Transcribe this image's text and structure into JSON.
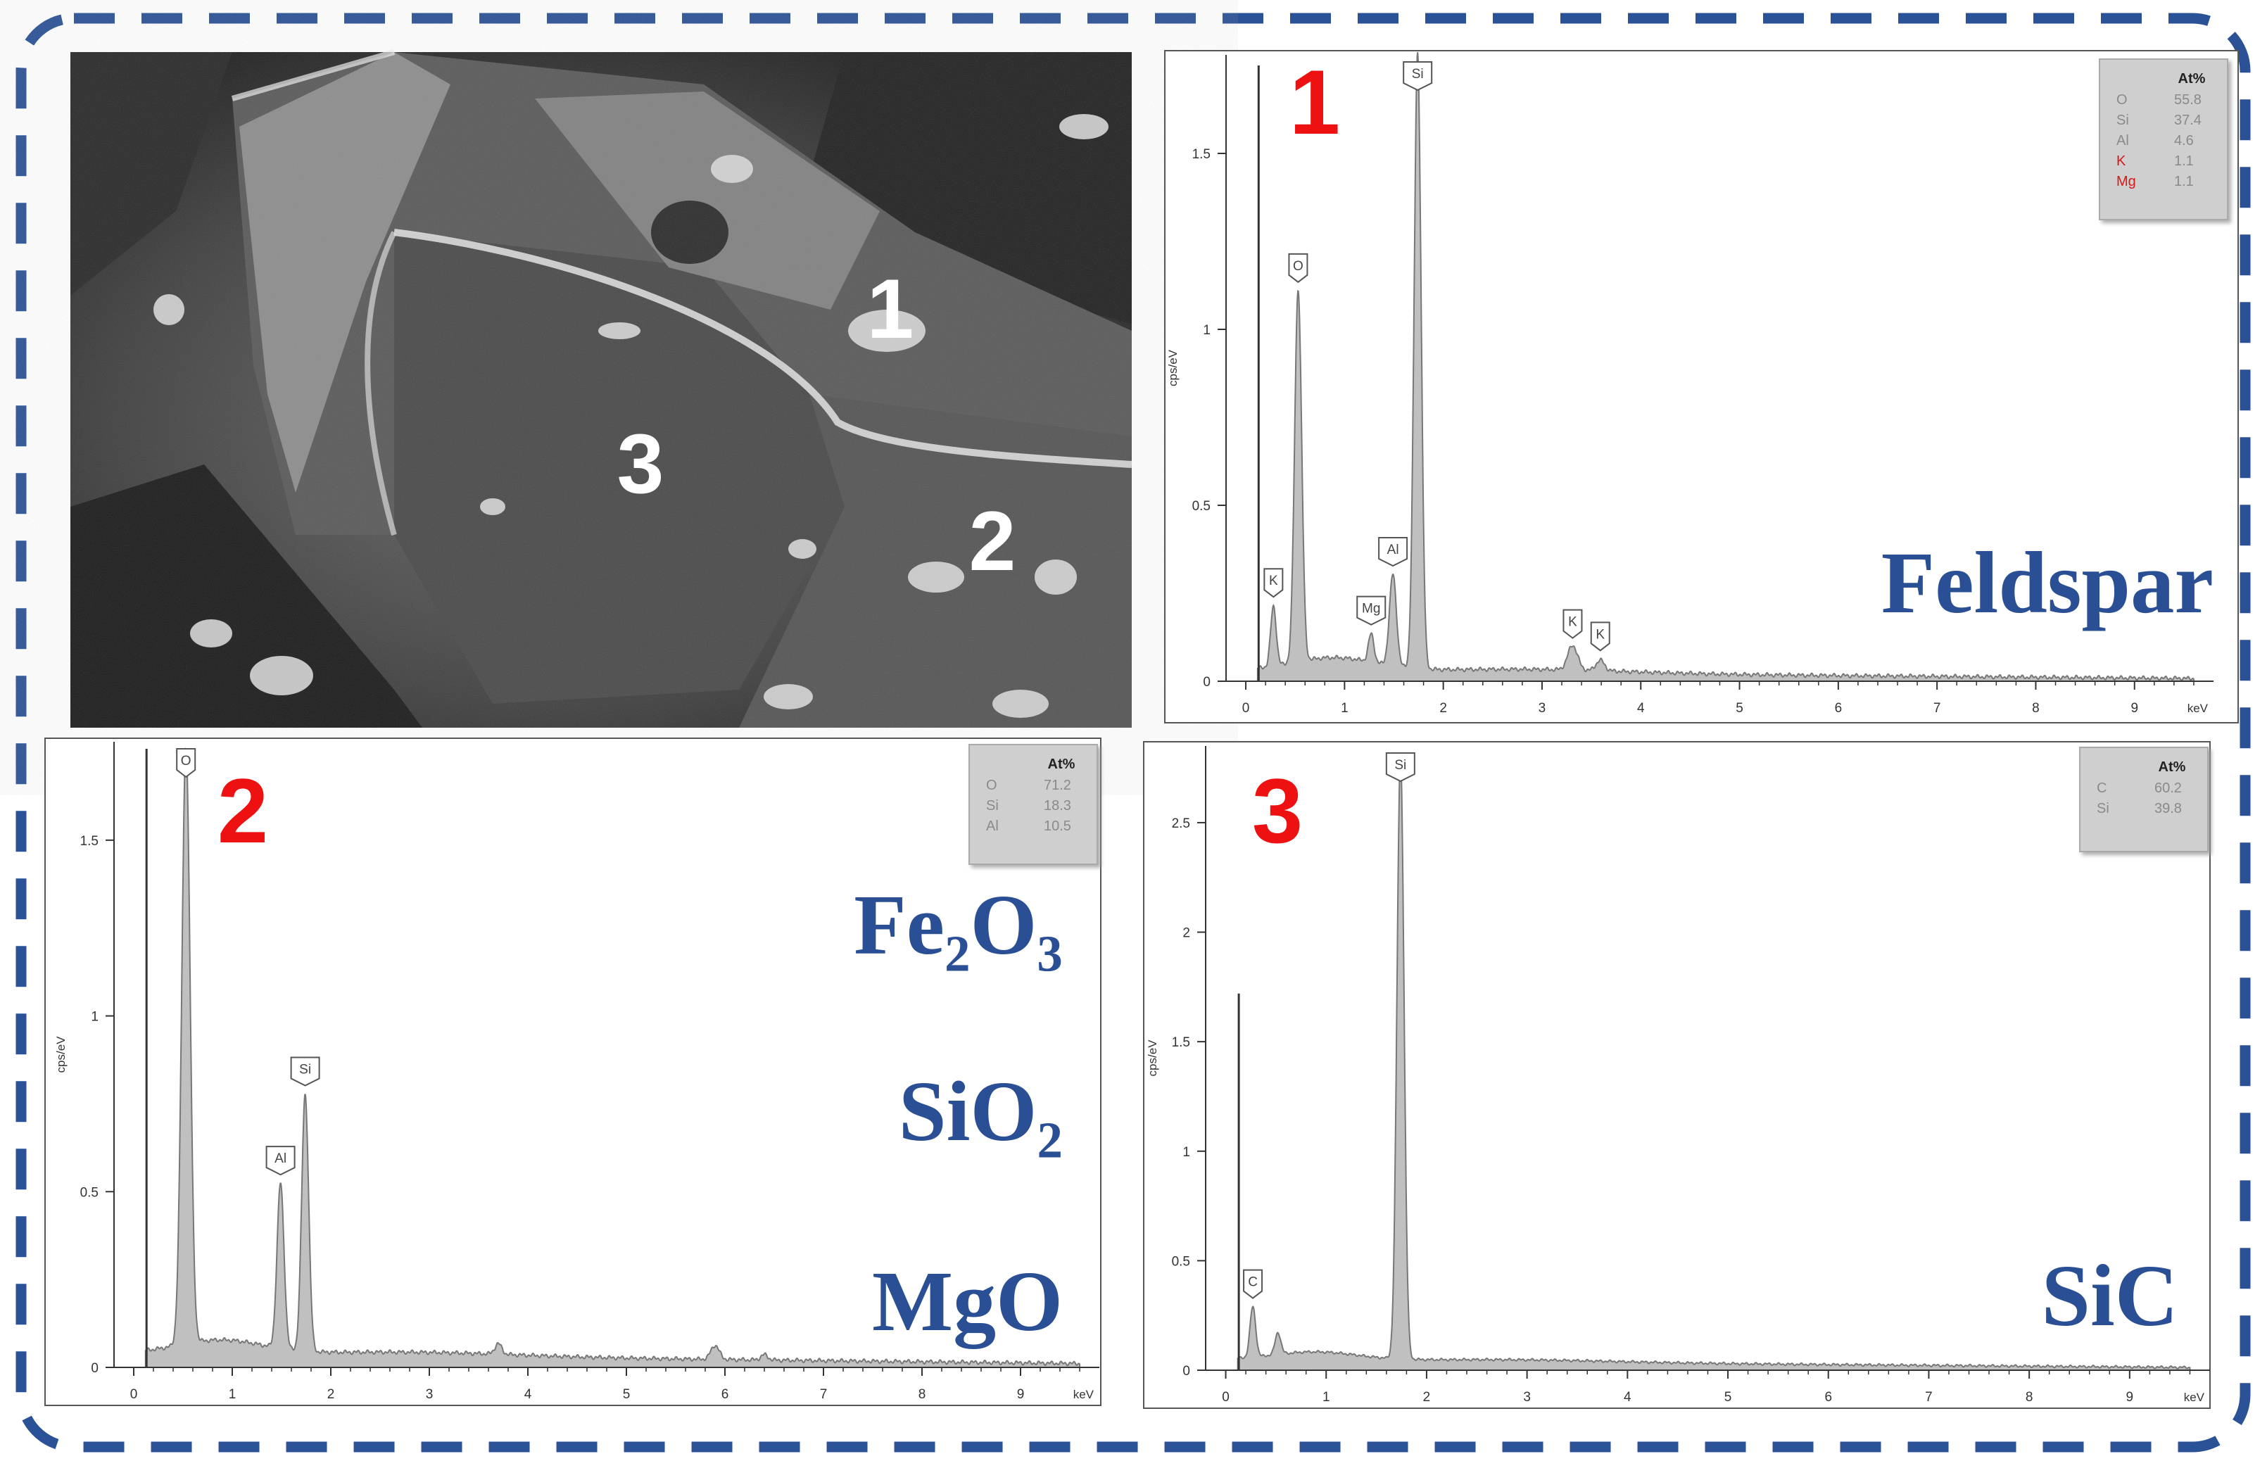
{
  "colors": {
    "frame": "#2b5296",
    "spectrum_fill": "#c0c0c0",
    "spectrum_line": "#777777",
    "panel_number": "#ee1111",
    "label_blue": "#2b4f94",
    "axis": "#333333",
    "legend_bg": "#cfcfcf",
    "legend_text": "#8a8a8a"
  },
  "sem_image": {
    "markers": [
      "1",
      "2",
      "3"
    ]
  },
  "chart_data": [
    {
      "type": "area",
      "panel_number": "1",
      "phase_labels": [
        "Feldspar"
      ],
      "ylabel": "cps/eV",
      "xlabel": "keV",
      "xlim": [
        -0.2,
        9.8
      ],
      "ylim": [
        0,
        1.78
      ],
      "x_ticks": [
        0,
        1,
        2,
        3,
        4,
        5,
        6,
        7,
        8,
        9
      ],
      "y_ticks": [
        0,
        0.5,
        1,
        1.5
      ],
      "y_tick_labels": [
        "0",
        "0.5",
        "1",
        "1.5"
      ],
      "baseline": 0.025,
      "spike_y": 1.75,
      "peaks": [
        {
          "label": "K",
          "x": 0.28,
          "y": 0.17,
          "w": 0.04
        },
        {
          "label": "O",
          "x": 0.53,
          "y": 1.06,
          "w": 0.05
        },
        {
          "label": "Mg",
          "x": 1.27,
          "y": 0.08,
          "w": 0.04
        },
        {
          "label": "Al",
          "x": 1.49,
          "y": 0.26,
          "w": 0.05
        },
        {
          "label": "Si",
          "x": 1.74,
          "y": 1.75,
          "w": 0.05
        },
        {
          "label": "K",
          "x": 3.31,
          "y": 0.07,
          "w": 0.07
        },
        {
          "label": "K",
          "x": 3.59,
          "y": 0.03,
          "w": 0.06
        }
      ],
      "legend": {
        "title": "At%",
        "rows": [
          {
            "element": "O",
            "value": "55.8",
            "highlight": false
          },
          {
            "element": "Si",
            "value": "37.4",
            "highlight": false
          },
          {
            "element": "Al",
            "value": "4.6",
            "highlight": false
          },
          {
            "element": "K",
            "value": "1.1",
            "highlight": true
          },
          {
            "element": "Mg",
            "value": "1.1",
            "highlight": true
          }
        ]
      }
    },
    {
      "type": "area",
      "panel_number": "2",
      "phase_labels": [
        "Fe₂O₃",
        "SiO₂",
        "MgO"
      ],
      "ylabel": "cps/eV",
      "xlabel": "keV",
      "xlim": [
        -0.2,
        9.8
      ],
      "ylim": [
        0,
        1.78
      ],
      "x_ticks": [
        0,
        1,
        2,
        3,
        4,
        5,
        6,
        7,
        8,
        9
      ],
      "y_ticks": [
        0,
        0.5,
        1,
        1.5
      ],
      "y_tick_labels": [
        "0",
        "0.5",
        "1",
        "1.5"
      ],
      "baseline": 0.035,
      "spike_y": 1.76,
      "peaks": [
        {
          "label": "O",
          "x": 0.53,
          "y": 1.7,
          "w": 0.06
        },
        {
          "label": "Al",
          "x": 1.49,
          "y": 0.47,
          "w": 0.05
        },
        {
          "label": "Si",
          "x": 1.74,
          "y": 0.73,
          "w": 0.05
        },
        {
          "label": "",
          "x": 3.7,
          "y": 0.03,
          "w": 0.05
        },
        {
          "label": "",
          "x": 5.9,
          "y": 0.04,
          "w": 0.06
        },
        {
          "label": "",
          "x": 6.4,
          "y": 0.015,
          "w": 0.05
        }
      ],
      "legend": {
        "title": "At%",
        "rows": [
          {
            "element": "O",
            "value": "71.2",
            "highlight": false
          },
          {
            "element": "Si",
            "value": "18.3",
            "highlight": false
          },
          {
            "element": "Al",
            "value": "10.5",
            "highlight": false
          }
        ]
      }
    },
    {
      "type": "area",
      "panel_number": "3",
      "phase_labels": [
        "SiC"
      ],
      "ylabel": "cps/eV",
      "xlabel": "keV",
      "xlim": [
        -0.2,
        9.8
      ],
      "ylim": [
        0,
        2.85
      ],
      "x_ticks": [
        0,
        1,
        2,
        3,
        4,
        5,
        6,
        7,
        8,
        9
      ],
      "y_ticks": [
        0,
        0.5,
        1,
        1.5,
        2,
        2.5
      ],
      "y_tick_labels": [
        "0",
        "0.5",
        "1",
        "1.5",
        "2",
        "2.5"
      ],
      "baseline": 0.04,
      "spike_y": 1.72,
      "peaks": [
        {
          "label": "C",
          "x": 0.27,
          "y": 0.23,
          "w": 0.04
        },
        {
          "label": "",
          "x": 0.52,
          "y": 0.1,
          "w": 0.04
        },
        {
          "label": "Si",
          "x": 1.74,
          "y": 2.75,
          "w": 0.05
        }
      ],
      "legend": {
        "title": "At%",
        "rows": [
          {
            "element": "C",
            "value": "60.2",
            "highlight": false
          },
          {
            "element": "Si",
            "value": "39.8",
            "highlight": false
          }
        ]
      }
    }
  ]
}
